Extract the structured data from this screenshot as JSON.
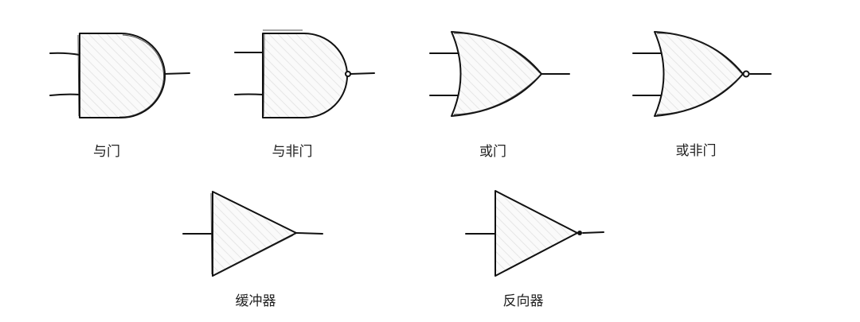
{
  "gates": [
    {
      "type": "and",
      "label": "与门"
    },
    {
      "type": "nand",
      "label": "与非门"
    },
    {
      "type": "or",
      "label": "或门"
    },
    {
      "type": "nor",
      "label": "或非门"
    },
    {
      "type": "buffer",
      "label": "缓冲器"
    },
    {
      "type": "inverter",
      "label": "反向器"
    }
  ],
  "colors": {
    "stroke": "#111111",
    "fill_hatch": "#ececec",
    "background": "#ffffff"
  }
}
